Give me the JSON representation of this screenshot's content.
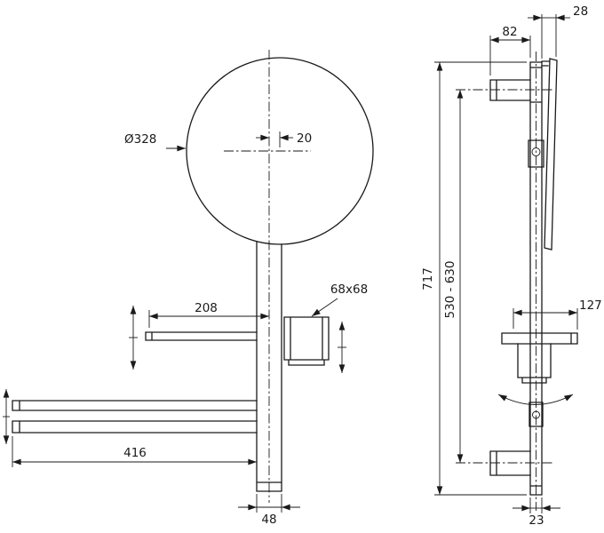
{
  "colors": {
    "line": "#1a1a1a",
    "background": "#ffffff"
  },
  "front_view": {
    "labels": {
      "mirror_diameter": "Ø328",
      "stem_offset": "20",
      "shelf_length": "208",
      "tumbler_size": "68x68",
      "rail_length": "416",
      "column_width": "48"
    }
  },
  "side_view": {
    "labels": {
      "mirror_projection": "28",
      "bracket_projection": "82",
      "overall_height": "717",
      "adjustment_range": "530 - 630",
      "shelf_projection": "127",
      "column_depth": "23"
    }
  }
}
